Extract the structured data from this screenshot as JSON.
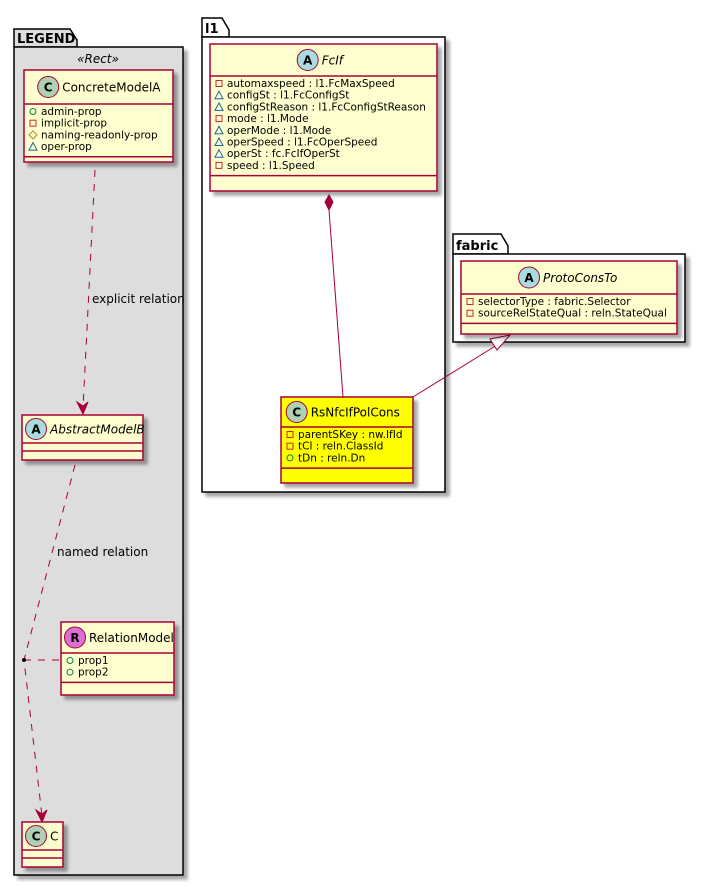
{
  "colors": {
    "class_fill": "#FEFECE",
    "class_border": "#A80036",
    "highlight_fill": "#FFFF00",
    "legend_fill": "#DDDDDD",
    "circle_C": "#ADD1B2",
    "circle_A": "#A9DCDF",
    "circle_R": "#DA70D6",
    "edge": "#A80036",
    "vis_public": "#038048",
    "vis_private": "#C82930",
    "vis_protected": "#B38D22",
    "vis_package": "#1963A0"
  },
  "packages": {
    "legend": {
      "name": "LEGEND",
      "stereotype": "«Rect»"
    },
    "l1": {
      "name": "l1"
    },
    "fabric": {
      "name": "fabric"
    }
  },
  "classes": {
    "concrete_model_a": {
      "kind": "C",
      "name": "ConcreteModelA",
      "attrs": [
        {
          "vis": "public",
          "text": "admin-prop"
        },
        {
          "vis": "private",
          "text": "implicit-prop"
        },
        {
          "vis": "protected",
          "text": "naming-readonly-prop"
        },
        {
          "vis": "package",
          "text": "oper-prop"
        }
      ]
    },
    "abstract_model_b": {
      "kind": "A",
      "name": "AbstractModelB",
      "attrs": []
    },
    "relation_model": {
      "kind": "R",
      "name": "RelationModel",
      "attrs": [
        {
          "vis": "public",
          "text": "prop1"
        },
        {
          "vis": "public",
          "text": "prop2"
        }
      ]
    },
    "c": {
      "kind": "C",
      "name": "C",
      "attrs": []
    },
    "fcif": {
      "kind": "A",
      "name": "FcIf",
      "attrs": [
        {
          "vis": "private",
          "text": "automaxspeed : l1.FcMaxSpeed"
        },
        {
          "vis": "package",
          "text": "configSt : l1.FcConfigSt"
        },
        {
          "vis": "package",
          "text": "configStReason : l1.FcConfigStReason"
        },
        {
          "vis": "private",
          "text": "mode : l1.Mode"
        },
        {
          "vis": "package",
          "text": "operMode : l1.Mode"
        },
        {
          "vis": "package",
          "text": "operSpeed : l1.FcOperSpeed"
        },
        {
          "vis": "package",
          "text": "operSt : fc.FcIfOperSt"
        },
        {
          "vis": "private",
          "text": "speed : l1.Speed"
        }
      ]
    },
    "rs_nfc_if_pol_cons": {
      "kind": "C",
      "name": "RsNfcIfPolCons",
      "attrs": [
        {
          "vis": "private",
          "text": "parentSKey : nw.IfId"
        },
        {
          "vis": "private",
          "text": "tCl : reln.ClassId"
        },
        {
          "vis": "public",
          "text": "tDn : reln.Dn"
        }
      ]
    },
    "proto_cons_to": {
      "kind": "A",
      "name": "ProtoConsTo",
      "attrs": [
        {
          "vis": "private",
          "text": "selectorType : fabric.Selector"
        },
        {
          "vis": "private",
          "text": "sourceRelStateQual : reln.StateQual"
        }
      ]
    }
  },
  "relations": {
    "explicit": {
      "label": "explicit relation",
      "from": "ConcreteModelA",
      "to": "AbstractModelB",
      "type": "dependency"
    },
    "named": {
      "label": "named relation",
      "from": "AbstractModelB",
      "to": "C",
      "type": "dependency",
      "association_class": "RelationModel"
    },
    "composition": {
      "from": "FcIf",
      "to": "RsNfcIfPolCons",
      "type": "composition"
    },
    "inheritance": {
      "from": "RsNfcIfPolCons",
      "to": "ProtoConsTo",
      "type": "generalization"
    }
  }
}
